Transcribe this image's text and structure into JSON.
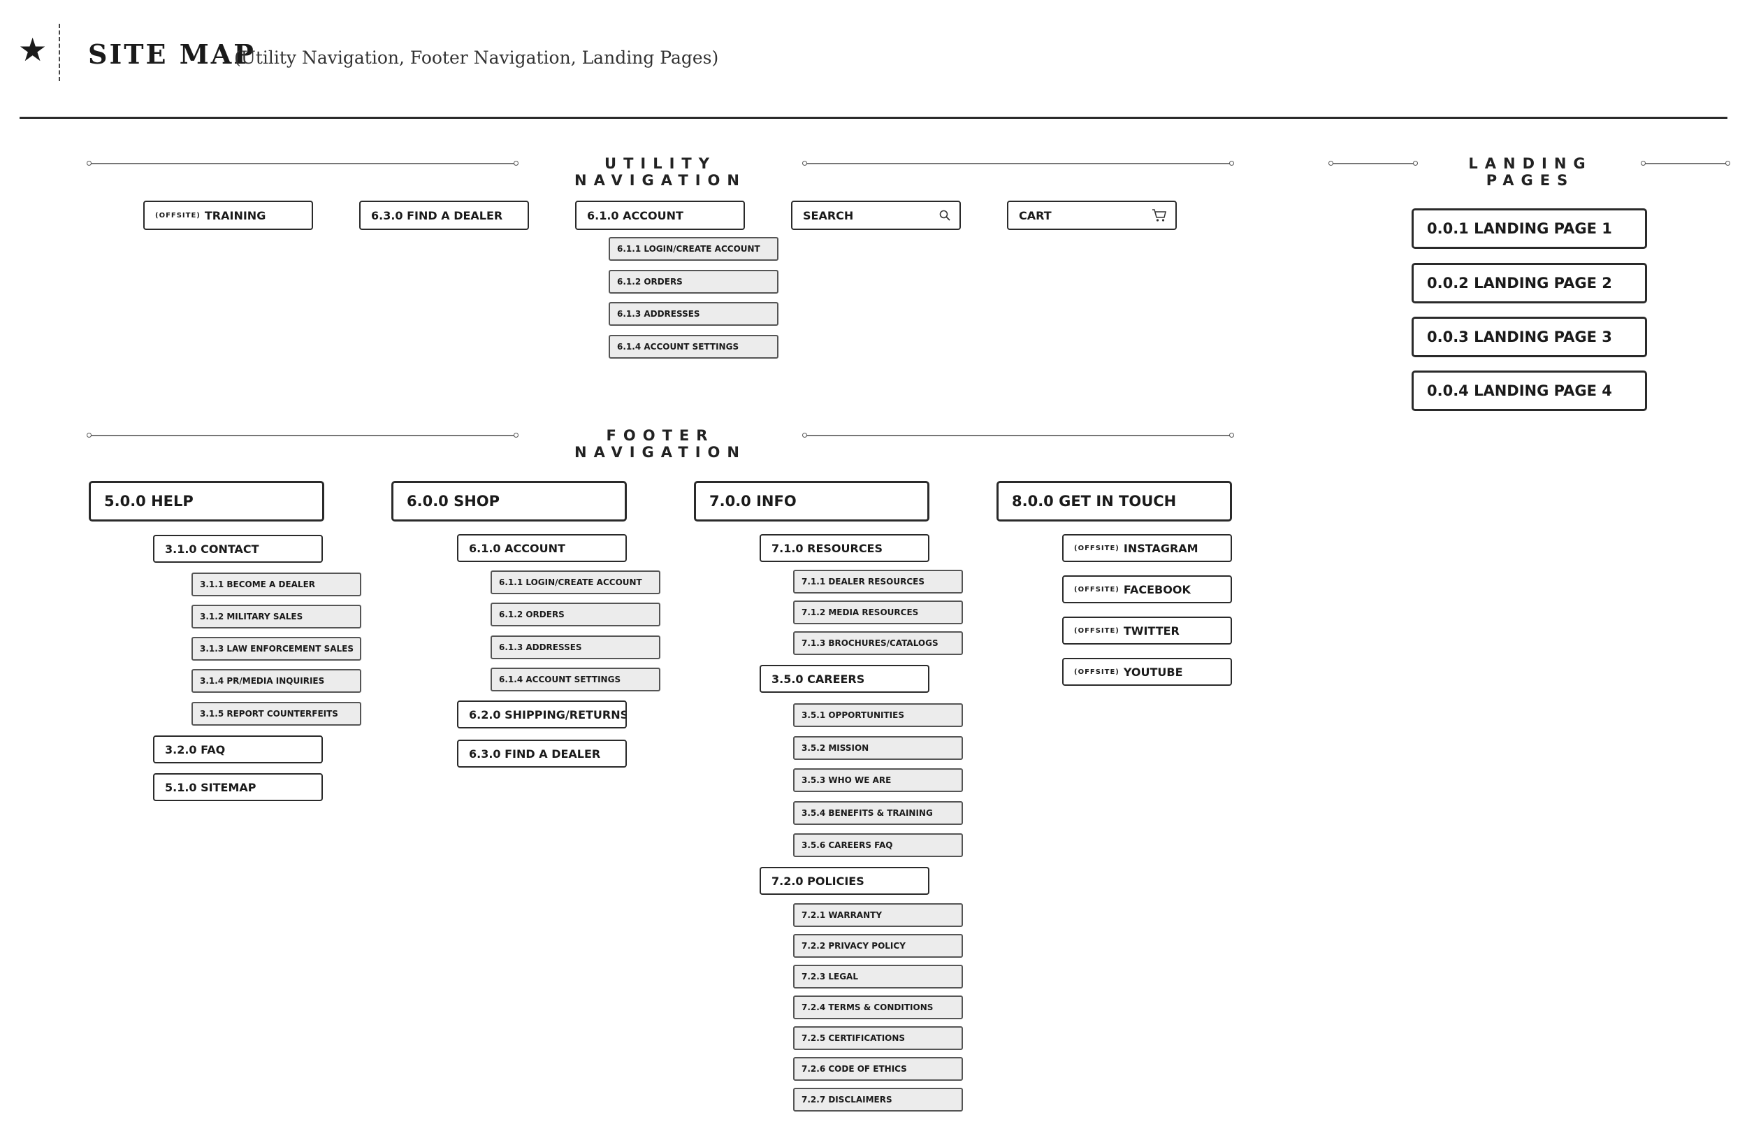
{
  "header": {
    "title": "SITE MAP",
    "subtitle": "(Utility Navigation, Footer Navigation, Landing Pages)",
    "icon": "star-icon"
  },
  "utility": {
    "title": "UTILITY NAVIGATION",
    "items": [
      {
        "prefix": "(OFFSITE)",
        "label": "TRAINING"
      },
      {
        "label": "6.3.0 FIND A DEALER"
      },
      {
        "label": "6.1.0 ACCOUNT"
      },
      {
        "label": "SEARCH",
        "icon": "search-icon"
      },
      {
        "label": "CART",
        "icon": "cart-icon"
      }
    ],
    "account_children": [
      "6.1.1 LOGIN/CREATE ACCOUNT",
      "6.1.2 ORDERS",
      "6.1.3 ADDRESSES",
      "6.1.4 ACCOUNT SETTINGS"
    ]
  },
  "landing": {
    "title": "LANDING PAGES",
    "items": [
      "0.0.1 LANDING PAGE 1",
      "0.0.2 LANDING PAGE 2",
      "0.0.3 LANDING PAGE 3",
      "0.0.4 LANDING PAGE 4"
    ]
  },
  "footer": {
    "title": "FOOTER NAVIGATION",
    "help": {
      "title": "5.0.0 HELP",
      "contact": "3.1.0 CONTACT",
      "contact_children": [
        "3.1.1 BECOME A DEALER",
        "3.1.2 MILITARY SALES",
        "3.1.3 LAW ENFORCEMENT SALES",
        "3.1.4 PR/MEDIA INQUIRIES",
        "3.1.5 REPORT COUNTERFEITS"
      ],
      "faq": "3.2.0 FAQ",
      "sitemap": "5.1.0 SITEMAP"
    },
    "shop": {
      "title": "6.0.0 SHOP",
      "account": "6.1.0 ACCOUNT",
      "account_children": [
        "6.1.1 LOGIN/CREATE ACCOUNT",
        "6.1.2 ORDERS",
        "6.1.3 ADDRESSES",
        "6.1.4 ACCOUNT SETTINGS"
      ],
      "shipping": "6.2.0 SHIPPING/RETURNS",
      "dealer": "6.3.0 FIND A DEALER"
    },
    "info": {
      "title": "7.0.0 INFO",
      "resources": "7.1.0 RESOURCES",
      "resources_children": [
        "7.1.1 DEALER RESOURCES",
        "7.1.2 MEDIA RESOURCES",
        "7.1.3 BROCHURES/CATALOGS"
      ],
      "careers": "3.5.0 CAREERS",
      "careers_children": [
        "3.5.1 OPPORTUNITIES",
        "3.5.2 MISSION",
        "3.5.3 WHO WE ARE",
        "3.5.4 BENEFITS & TRAINING",
        "3.5.6 CAREERS FAQ"
      ],
      "policies": "7.2.0 POLICIES",
      "policies_children": [
        "7.2.1 WARRANTY",
        "7.2.2 PRIVACY POLICY",
        "7.2.3 LEGAL",
        "7.2.4 TERMS & CONDITIONS",
        "7.2.5 CERTIFICATIONS",
        "7.2.6 CODE OF ETHICS",
        "7.2.7 DISCLAIMERS"
      ]
    },
    "touch": {
      "title": "8.0.0 GET IN TOUCH",
      "prefix": "(OFFSITE)",
      "items": [
        "INSTAGRAM",
        "FACEBOOK",
        "TWITTER",
        "YOUTUBE"
      ]
    }
  }
}
